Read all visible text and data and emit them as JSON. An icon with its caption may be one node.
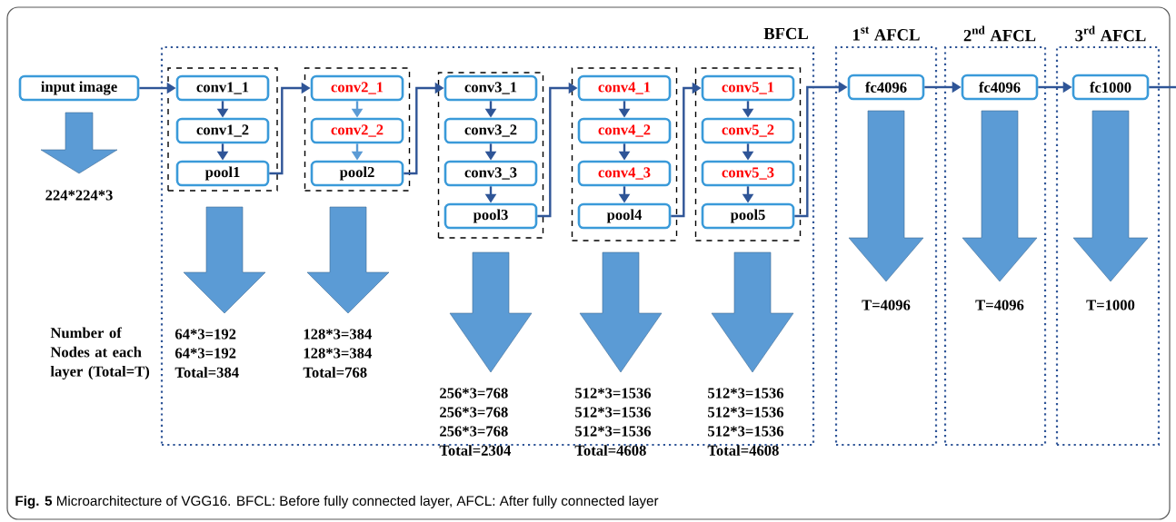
{
  "diagram": {
    "caption": "**Fig. 5** Microarchitecture of VGG16. BFCL: Before fully connected layer, AFCL: After fully connected layer",
    "nodes": [
      {
        "text": [
          "BFCL"
        ]
      },
      {
        "text": [
          "input image"
        ]
      },
      {
        "text": [],
        "shape": "box",
        "in": 0
      },
      {
        "text": [
          "conv1_1"
        ],
        "in": 2
      },
      {
        "text": [
          "conv1_2"
        ],
        "in": 2
      },
      {
        "text": [
          "pool1"
        ],
        "in": 2
      },
      {
        "text": [],
        "shape": "box",
        "in": 0
      },
      {
        "text": [
          "conv2_1"
        ],
        "in": 6
      },
      {
        "text": [
          "conv2_2"
        ],
        "in": 6
      },
      {
        "text": [
          "pool2"
        ],
        "in": 6
      },
      {
        "text": [],
        "shape": "box",
        "in": 0
      },
      {
        "text": [
          "conv3_1"
        ],
        "in": 10
      },
      {
        "text": [
          "conv3_2"
        ],
        "in": 10
      },
      {
        "text": [
          "conv3_3"
        ],
        "in": 10
      },
      {
        "text": [
          "pool3"
        ],
        "in": 10
      },
      {
        "text": [],
        "shape": "box",
        "in": 0
      },
      {
        "text": [
          "conv4_1"
        ],
        "in": 15
      },
      {
        "text": [
          "conv4_2"
        ],
        "in": 15
      },
      {
        "text": [
          "conv4_3"
        ],
        "in": 15
      },
      {
        "text": [
          "pool4"
        ],
        "in": 15
      },
      {
        "text": [],
        "shape": "box",
        "in": 0
      },
      {
        "text": [
          "conv5_1"
        ],
        "in": 20
      },
      {
        "text": [
          "conv5_2"
        ],
        "in": 20
      },
      {
        "text": [
          "conv5_3"
        ],
        "in": 20
      },
      {
        "text": [
          "pool5"
        ],
        "in": 20
      },
      {
        "text": [
          "1$^{st}$ AFCL"
        ]
      },
      {
        "text": [
          "fc4096"
        ],
        "in": 25
      },
      {
        "text": [
          "2$^{nd}$ AFCL"
        ]
      },
      {
        "text": [
          "fc4096"
        ],
        "in": 27
      },
      {
        "text": [
          "3$^{rd}$ AFCL"
        ]
      },
      {
        "text": [
          "fc1000"
        ],
        "in": 29
      }
    ],
    "edges": [
      {
        "from": 1,
        "to": 3,
        "arrow": "to"
      },
      {
        "from": 3,
        "to": 4,
        "arrow": "to"
      },
      {
        "from": 4,
        "to": 5,
        "arrow": "to"
      },
      {
        "from": 5,
        "to": 7,
        "arrow": "to"
      },
      {
        "from": 7,
        "to": 8,
        "arrow": "to",
        "color": "#5b9bd5"
      },
      {
        "from": 8,
        "to": 9,
        "arrow": "to",
        "color": "#5b9bd5"
      },
      {
        "from": 9,
        "to": 11,
        "arrow": "to"
      },
      {
        "from": 11,
        "to": 12,
        "arrow": "to"
      },
      {
        "from": 12,
        "to": 13,
        "arrow": "to"
      },
      {
        "from": 13,
        "to": 14,
        "arrow": "to"
      },
      {
        "from": 14,
        "to": 16,
        "arrow": "to"
      },
      {
        "from": 16,
        "to": 17,
        "arrow": "to"
      },
      {
        "from": 17,
        "to": 18,
        "arrow": "to"
      },
      {
        "from": 18,
        "to": 19,
        "arrow": "to"
      },
      {
        "from": 19,
        "to": 21,
        "arrow": "to"
      },
      {
        "from": 21,
        "to": 22,
        "arrow": "to"
      },
      {
        "from": 22,
        "to": 23,
        "arrow": "to"
      },
      {
        "from": 23,
        "to": 24,
        "arrow": "to"
      },
      {
        "from": 24,
        "to": 26,
        "arrow": "to"
      },
      {
        "from": 26,
        "to": 28,
        "arrow": "to"
      },
      {
        "from": 28,
        "to": 30,
        "arrow": "to"
      },
      {
        "from": 30,
        "to": null,
        "arrow": "none"
      }
    ],
    "labels": [
      "224*224*3",
      "Number of Nodes at each layer (Total=T)",
      "64*3=192",
      "64*3=192",
      "Total=384",
      "128*3=384",
      "128*3=384",
      "Total=768",
      "256*3=768",
      "256*3=768",
      "256*3=768",
      "Total=2304",
      "512*3=1536",
      "512*3=1536",
      "512*3=1536",
      "Total=4608",
      "512*3=1536",
      "512*3=1536",
      "512*3=1536",
      "Total=4608",
      "T=4096",
      "T=4096",
      "T=1000"
    ]
  }
}
